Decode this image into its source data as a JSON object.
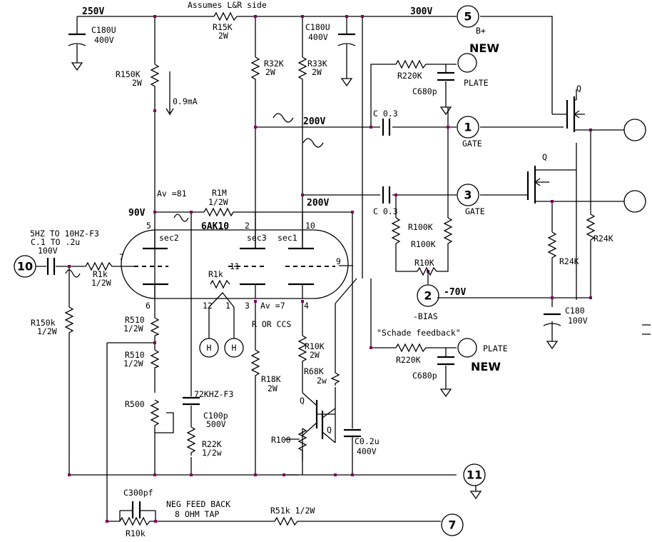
{
  "rails": {
    "v250": "250V",
    "v300": "300V",
    "v200_top": "200V",
    "v200_mid": "200V",
    "v90": "90V",
    "neg70": "-70V"
  },
  "notes": {
    "assumes": "Assumes L&R side",
    "current": "0.9mA",
    "av81": "Av =81",
    "av7": "Av =7",
    "r_or_ccs": "R OR CCS",
    "schade": "\"Schade feedback\"",
    "input_note_1": "5HZ TO 10HZ-F3",
    "input_note_2": "C.1 TO .2u",
    "input_note_3": "100V",
    "f3_72k": "72KHZ-F3",
    "neg_fb_1": "NEG FEED BACK",
    "neg_fb_2": "8 OHM TAP"
  },
  "tube": {
    "name": "6AK10",
    "sections": [
      "sec2",
      "sec3",
      "sec1"
    ],
    "pins": [
      "5",
      "2",
      "10",
      "7",
      "11",
      "9",
      "6",
      "12",
      "1",
      "3",
      "4"
    ],
    "heater": "H"
  },
  "components": {
    "c180u_a": [
      "C180U",
      "400V"
    ],
    "r15k": [
      "R15K",
      "2W"
    ],
    "c180u_b": [
      "C180U",
      "400V"
    ],
    "r150k_top": [
      "R150K",
      "2W"
    ],
    "r32k": [
      "R32K",
      "2W"
    ],
    "r33k": [
      "R33K",
      "2W"
    ],
    "r220k_top": "R220K",
    "c680_top": "C680p",
    "c03_top": "C 0.3",
    "r1m": [
      "R1M",
      "1/2W"
    ],
    "c03_bot": "C 0.3",
    "r100k_a": "R100K",
    "r100k_b": "R100K",
    "r10k_bias": "R10K",
    "r24k_a": "R24K",
    "r24k_b": "R24K",
    "c180_100": [
      "C180",
      "100V"
    ],
    "r1k_in": [
      "R1k",
      "1/2W"
    ],
    "r150k_in": [
      "R150k",
      "1/2W"
    ],
    "r1k_cath": "R1k",
    "r510_a": [
      "R510",
      "1/2W"
    ],
    "r510_b": [
      "R510",
      "1/2W"
    ],
    "r500": "R500",
    "c100p": [
      "C100p",
      "500V"
    ],
    "r22k": [
      "R22K",
      "1/2w"
    ],
    "r18k": [
      "R18K",
      "2W"
    ],
    "r10k_2w": [
      "R10K",
      "2W"
    ],
    "r68k": [
      "R68K",
      "2w"
    ],
    "r100": "R100",
    "c02": [
      "C0.2u",
      "400V"
    ],
    "r220k_bot": "R220K",
    "c680_bot": "C680p",
    "c300pf": "C300pf",
    "r10k_fb": "R10k",
    "r51k": "R51k 1/2W",
    "q": "Q"
  },
  "connectors": {
    "n5": "5",
    "n1": "1",
    "n3": "3",
    "n2": "2",
    "n10": "10",
    "n11": "11",
    "n7": "7",
    "bplus": "B+",
    "gate1": "GATE",
    "gate3": "GATE",
    "bias": "-BIAS",
    "plate_top": "PLATE",
    "plate_bot": "PLATE",
    "new_top": "NEW",
    "new_bot": "NEW"
  }
}
